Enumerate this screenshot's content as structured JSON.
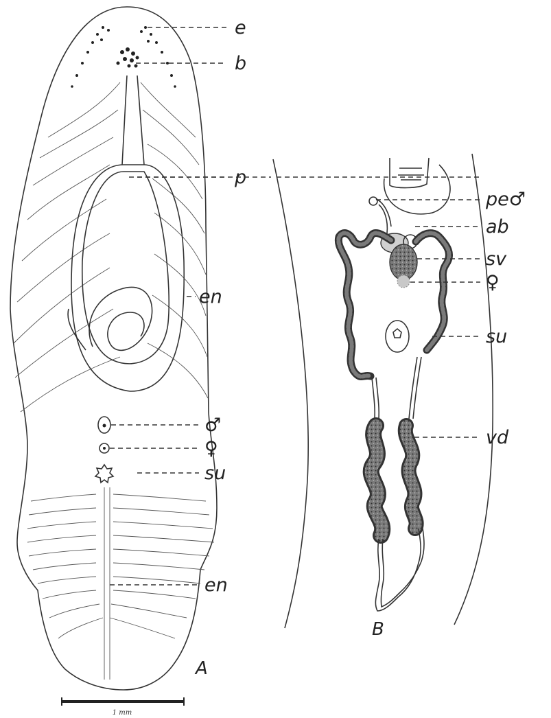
{
  "figure": {
    "panels": [
      {
        "id": "A",
        "label": "A"
      },
      {
        "id": "B",
        "label": "B"
      }
    ],
    "scale_bar_text": "1 mm",
    "labels_a": [
      "e",
      "b",
      "p",
      "en",
      "♂",
      "♀",
      "su",
      "en"
    ],
    "labels_b": [
      "pe♂",
      "ab",
      "sv",
      "♀",
      "su",
      "vd"
    ]
  },
  "colors": {
    "ink": "#333333",
    "organ_fill": "#6b6b6b",
    "background": "#ffffff"
  }
}
